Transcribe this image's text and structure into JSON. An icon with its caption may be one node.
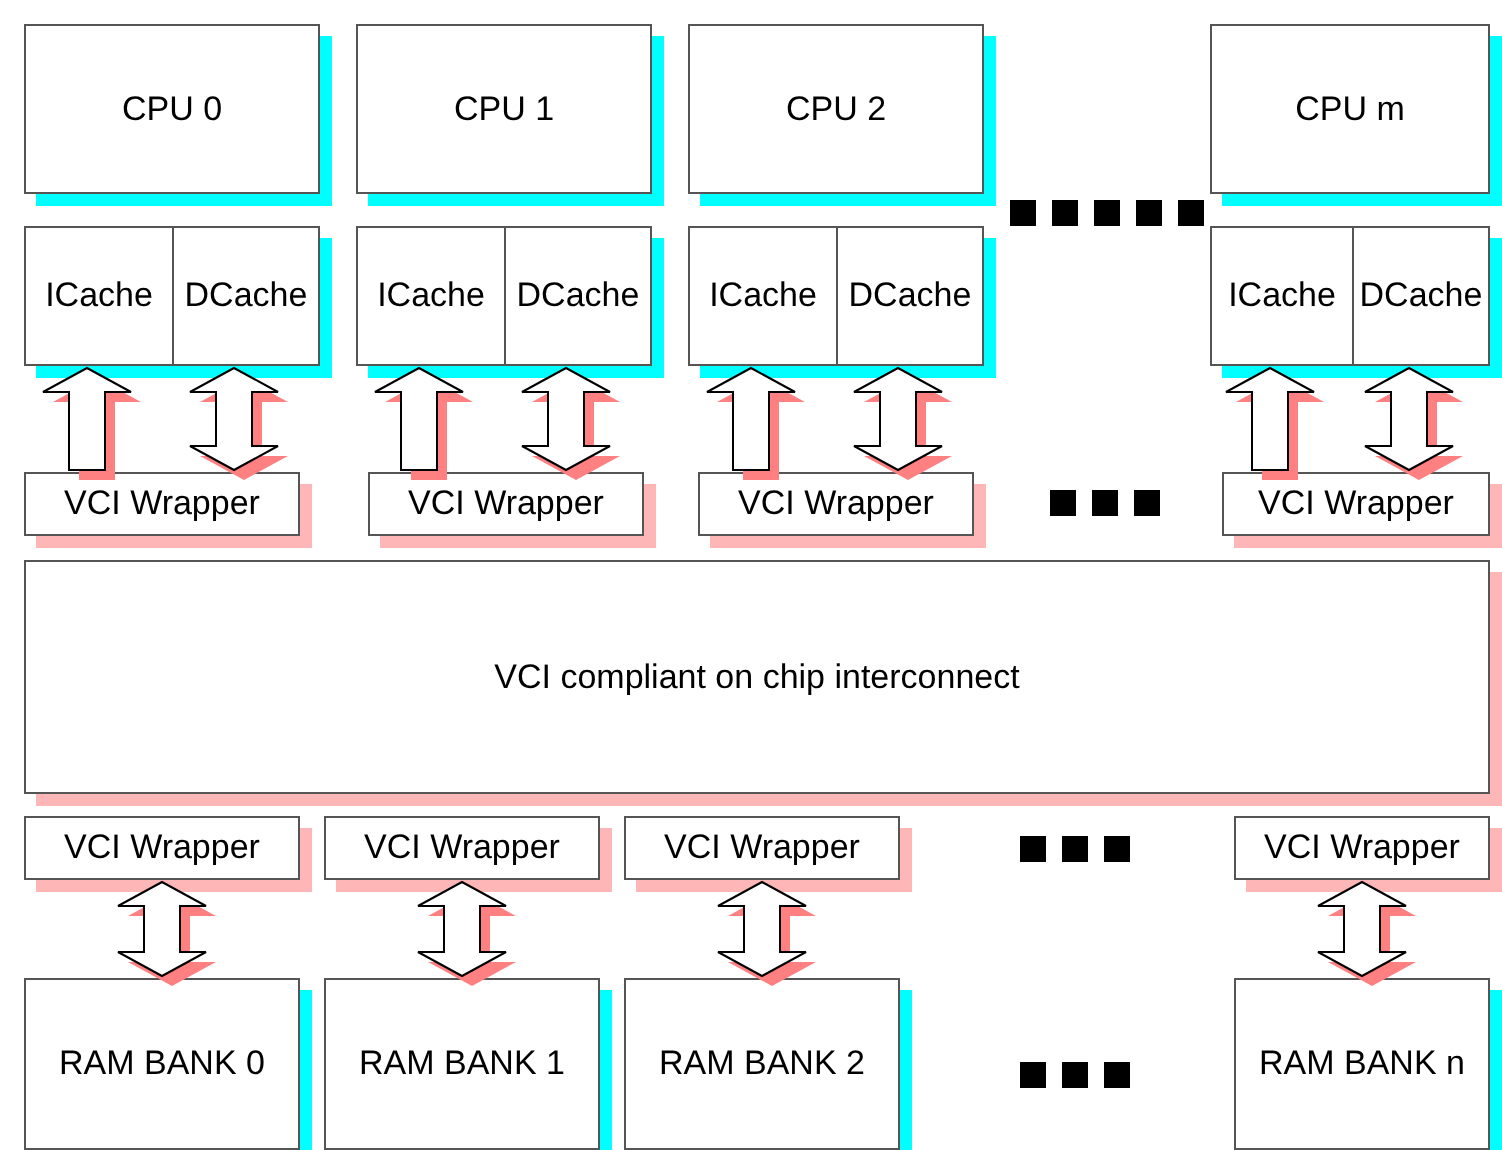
{
  "diagram": {
    "nodes": [
      {
        "text": [
          "CPU 0"
        ]
      },
      {
        "text": [
          "CPU 1"
        ]
      },
      {
        "text": [
          "CPU 2"
        ]
      },
      {
        "text": [
          "CPU m"
        ]
      },
      {
        "text": [
          "ICache"
        ]
      },
      {
        "text": [
          "DCache"
        ]
      },
      {
        "text": [
          "ICache"
        ]
      },
      {
        "text": [
          "DCache"
        ]
      },
      {
        "text": [
          "ICache"
        ]
      },
      {
        "text": [
          "DCache"
        ]
      },
      {
        "text": [
          "ICache"
        ]
      },
      {
        "text": [
          "DCache"
        ]
      },
      {
        "text": [
          "VCI Wrapper"
        ]
      },
      {
        "text": [
          "VCI Wrapper"
        ]
      },
      {
        "text": [
          "VCI Wrapper"
        ]
      },
      {
        "text": [
          "VCI Wrapper"
        ]
      },
      {
        "text": [
          "VCI compliant on chip interconnect"
        ]
      },
      {
        "text": [
          "VCI Wrapper"
        ]
      },
      {
        "text": [
          "VCI Wrapper"
        ]
      },
      {
        "text": [
          "VCI Wrapper"
        ]
      },
      {
        "text": [
          "VCI Wrapper"
        ]
      },
      {
        "text": [
          "RAM BANK 0"
        ]
      },
      {
        "text": [
          "RAM BANK 1"
        ]
      },
      {
        "text": [
          "RAM BANK 2"
        ]
      },
      {
        "text": [
          "RAM BANK n"
        ]
      }
    ],
    "edges": [
      {
        "from": 12,
        "to": 4,
        "arrow": "to"
      },
      {
        "from": 12,
        "to": 5,
        "arrow": "both"
      },
      {
        "from": 13,
        "to": 6,
        "arrow": "to"
      },
      {
        "from": 13,
        "to": 7,
        "arrow": "both"
      },
      {
        "from": 14,
        "to": 8,
        "arrow": "to"
      },
      {
        "from": 14,
        "to": 9,
        "arrow": "both"
      },
      {
        "from": 15,
        "to": 10,
        "arrow": "to"
      },
      {
        "from": 15,
        "to": 11,
        "arrow": "both"
      },
      {
        "from": 17,
        "to": 21,
        "arrow": "both"
      },
      {
        "from": 18,
        "to": 22,
        "arrow": "both"
      },
      {
        "from": 19,
        "to": 23,
        "arrow": "both"
      },
      {
        "from": 20,
        "to": 24,
        "arrow": "both"
      }
    ]
  }
}
